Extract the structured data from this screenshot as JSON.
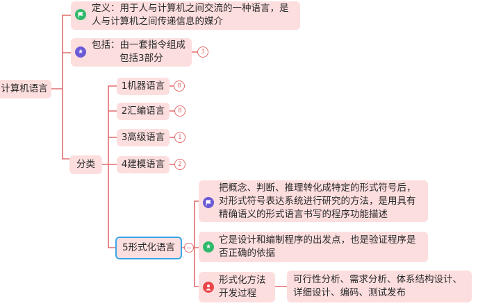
{
  "root": {
    "label": "计算机语言"
  },
  "definition": {
    "icon": "flag-icon",
    "lines": [
      "定义：用于人与计算机之间交流的一种语言，是",
      "人与计算机之间传递信息的媒介"
    ]
  },
  "includes": {
    "icon": "star-icon",
    "lines": [
      "包括：由一套指令组成",
      "包括3部分"
    ],
    "badge": "3"
  },
  "classification": {
    "label": "分类",
    "items": [
      {
        "label": "1机器语言",
        "badge": "8"
      },
      {
        "label": "2汇编语言",
        "badge": "8"
      },
      {
        "label": "3高级语言",
        "badge": "1"
      },
      {
        "label": "4建模语言",
        "badge": "2"
      },
      {
        "label": "5形式化语言"
      }
    ]
  },
  "formal": {
    "notes": [
      {
        "icon": "flag-icon",
        "lines": [
          "把概念、判断、推理转化成特定的形式符号后，",
          "对形式符号表达系统进行研究的方法，是用具有",
          "精确语义的形式语言书写的程序功能描述"
        ]
      },
      {
        "icon": "star-icon",
        "lines": [
          "它是设计和编制程序的出发点，也是验证程序是",
          "否正确的依据"
        ]
      },
      {
        "icon": "person-icon",
        "lines": [
          "形式化方法",
          "开发过程"
        ]
      }
    ],
    "process": {
      "lines": [
        "可行性分析、需求分析、体系结构设计、",
        "详细设计、编码、测试发布"
      ]
    }
  },
  "colors": {
    "node_fill": "#fddede",
    "line": "#e26d6d",
    "selection": "#3aa6e6",
    "icon_green": "#2fb96b",
    "icon_purple": "#6b5ad6",
    "icon_red": "#e8474a"
  }
}
